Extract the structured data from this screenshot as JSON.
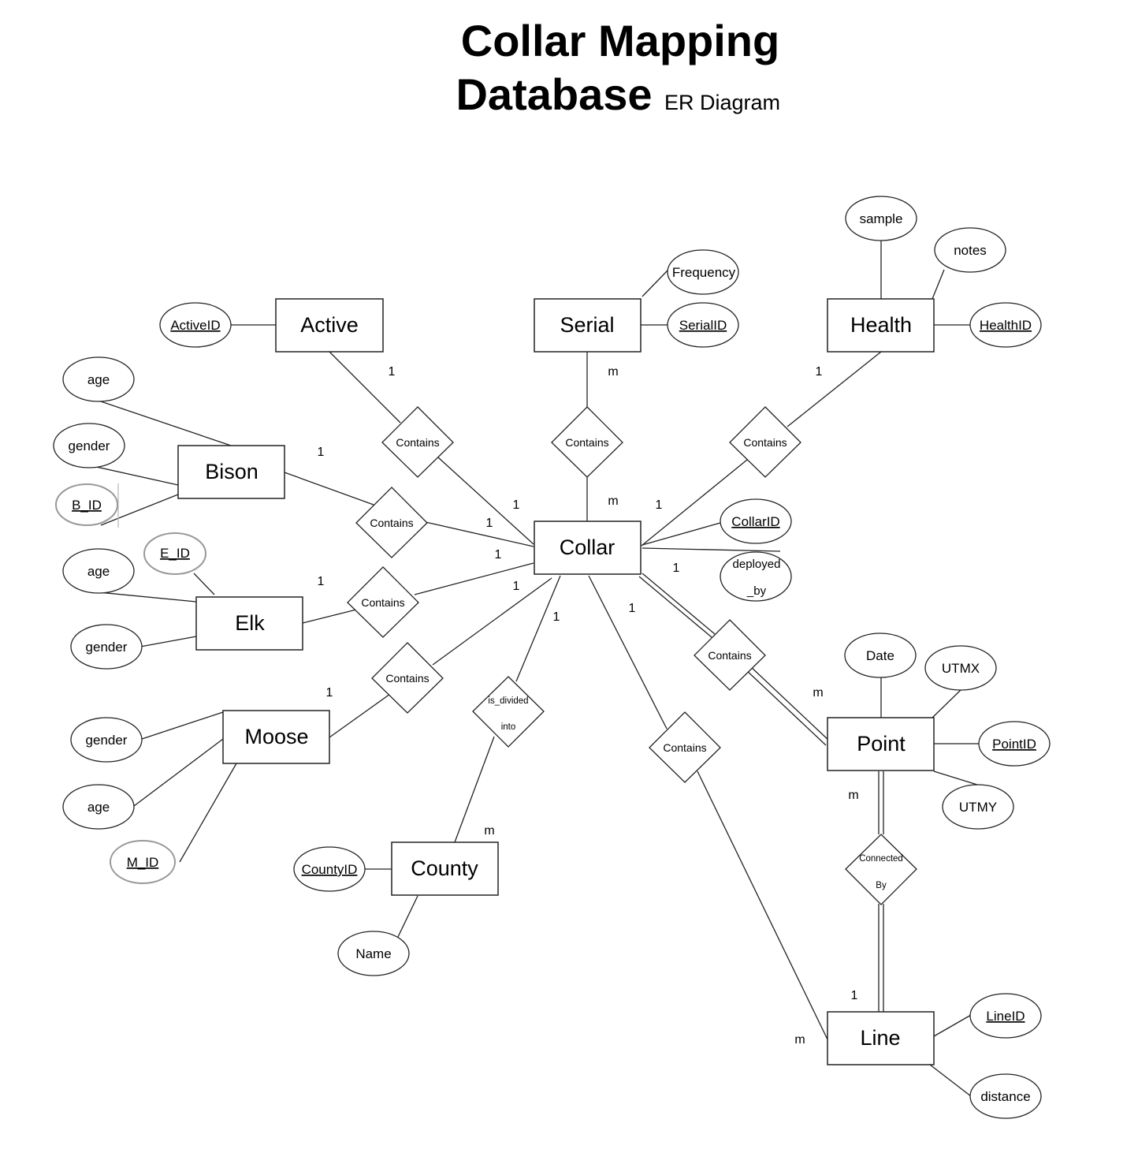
{
  "title": {
    "line1": "Collar Mapping",
    "line2": "Database",
    "subtitle": "ER Diagram"
  },
  "entities": {
    "active": "Active",
    "serial": "Serial",
    "health": "Health",
    "bison": "Bison",
    "collar": "Collar",
    "elk": "Elk",
    "moose": "Moose",
    "county": "County",
    "point": "Point",
    "line": "Line"
  },
  "attributes": {
    "active_id": "ActiveID",
    "frequency": "Frequency",
    "serial_id": "SerialID",
    "sample": "sample",
    "notes": "notes",
    "health_id": "HealthID",
    "bison_age": "age",
    "bison_gender": "gender",
    "bison_id": "B_ID",
    "elk_id": "E_ID",
    "elk_age": "age",
    "elk_gender": "gender",
    "collar_id": "CollarID",
    "deployed_by_1": "deployed",
    "deployed_by_2": "_by",
    "moose_gender": "gender",
    "moose_age": "age",
    "moose_id": "M_ID",
    "county_id": "CountyID",
    "county_name": "Name",
    "date": "Date",
    "utmx": "UTMX",
    "point_id": "PointID",
    "utmy": "UTMY",
    "line_id": "LineID",
    "distance": "distance"
  },
  "relationships": {
    "active_contains": "Contains",
    "serial_contains": "Contains",
    "health_contains": "Contains",
    "bison_contains": "Contains",
    "elk_contains": "Contains",
    "moose_contains": "Contains",
    "divided_1": "is_divided",
    "divided_2": "into",
    "point_contains": "Contains",
    "line_contains": "Contains",
    "connected_1": "Connected",
    "connected_2": "By"
  },
  "cardinalities": {
    "active_1": "1",
    "active_collar": "1",
    "serial_m": "m",
    "serial_collar_m": "m",
    "health_1": "1",
    "health_collar": "1",
    "bison_1": "1",
    "bison_collar": "1",
    "elk_1": "1",
    "elk_collar_1": "1",
    "elk_collar_2": "1",
    "moose_1": "1",
    "collar_county": "1",
    "county_m": "m",
    "collar_deployed": "1",
    "collar_point": "1",
    "point_m": "m",
    "point_line_m": "m",
    "line_1": "1",
    "line_m": "m"
  }
}
